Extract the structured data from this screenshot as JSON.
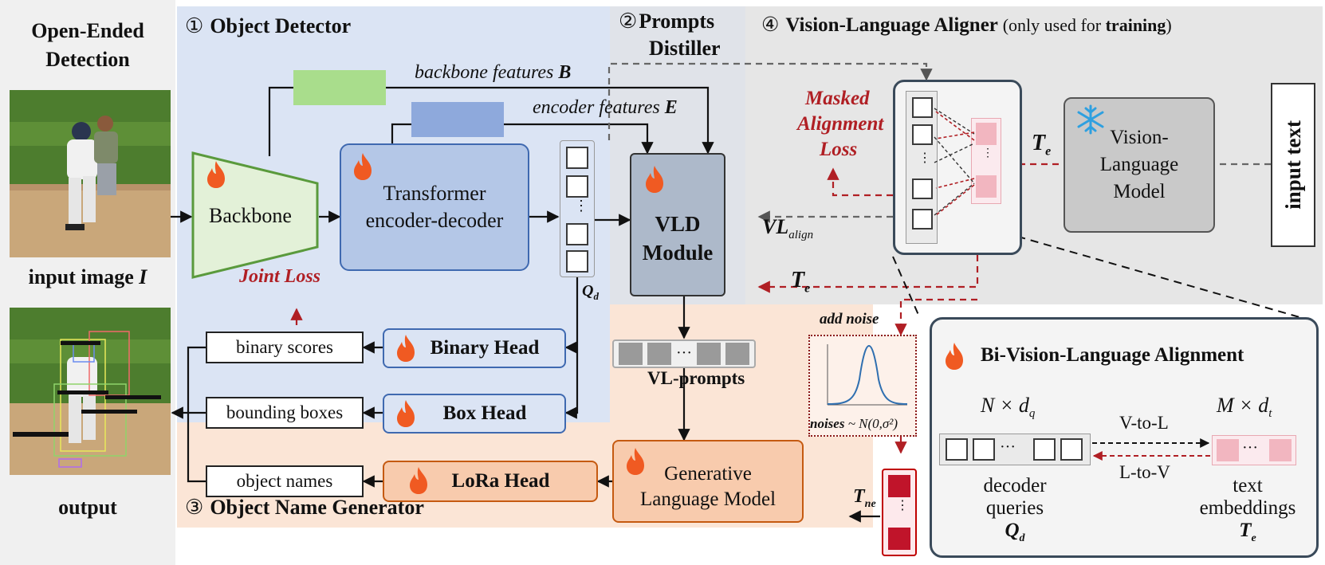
{
  "left": {
    "title_line1": "Open-Ended",
    "title_line2": "Detection",
    "input_label": "input image",
    "input_symbol": "I",
    "output_label": "output"
  },
  "sections": {
    "detector": {
      "num": "①",
      "title": "Object Detector"
    },
    "distiller": {
      "num": "②",
      "title_line1": "Prompts",
      "title_line2": "Distiller"
    },
    "generator": {
      "num": "③",
      "title": "Object Name Generator"
    },
    "aligner": {
      "num": "④",
      "title": "Vision-Language Aligner",
      "note_prefix": "(only used for ",
      "note_bold": "training",
      "note_suffix": ")"
    }
  },
  "detector": {
    "backbone": "Backbone",
    "transformer_line1": "Transformer",
    "transformer_line2": "encoder-decoder",
    "backbone_features": "backbone features",
    "backbone_features_symbol": "B",
    "encoder_features": "encoder features",
    "encoder_features_symbol": "E",
    "queries_symbol": "Q",
    "queries_sub": "d",
    "binary_head": "Binary Head",
    "box_head": "Box Head",
    "binary_scores": "binary scores",
    "bounding_boxes": "bounding boxes",
    "joint_loss": "Joint Loss"
  },
  "distiller": {
    "vld_line1": "VLD",
    "vld_line2": "Module",
    "vl_prompts": "VL-prompts",
    "vl_align": "VL",
    "vl_align_sub": "align",
    "te_symbol": "T",
    "te_sub": "e"
  },
  "generator": {
    "glm_line1": "Generative",
    "glm_line2": "Language Model",
    "lora_head": "LoRa Head",
    "object_names": "object names",
    "add_noise": "add noise",
    "noises_prefix": "noises",
    "noises_formula": "~ N(0,σ²)",
    "tne_symbol": "T",
    "tne_sub": "ne"
  },
  "aligner": {
    "masked_line1": "Masked",
    "masked_line2": "Alignment",
    "masked_line3": "Loss",
    "vlm_line1": "Vision-",
    "vlm_line2": "Language",
    "vlm_line3": "Model",
    "input_text": "input text",
    "te_symbol": "T",
    "te_sub": "e"
  },
  "bivl": {
    "title": "Bi-Vision-Language Alignment",
    "left_dim": "N × d",
    "left_dim_sub": "q",
    "right_dim": "M × d",
    "right_dim_sub": "t",
    "v_to_l": "V-to-L",
    "l_to_v": "L-to-V",
    "decoder_line1": "decoder",
    "decoder_line2": "queries",
    "decoder_symbol": "Q",
    "decoder_sub": "d",
    "text_line1": "text",
    "text_line2": "embeddings",
    "text_symbol": "T",
    "text_sub": "e"
  },
  "colors": {
    "detector_bg": "#dbe4f4",
    "distiller_bg": "#e0e3e9",
    "aligner_bg": "#e6e6e6",
    "generator_bg": "#fbe5d6",
    "loss_red": "#b01f24",
    "flame": "#f05a22"
  }
}
